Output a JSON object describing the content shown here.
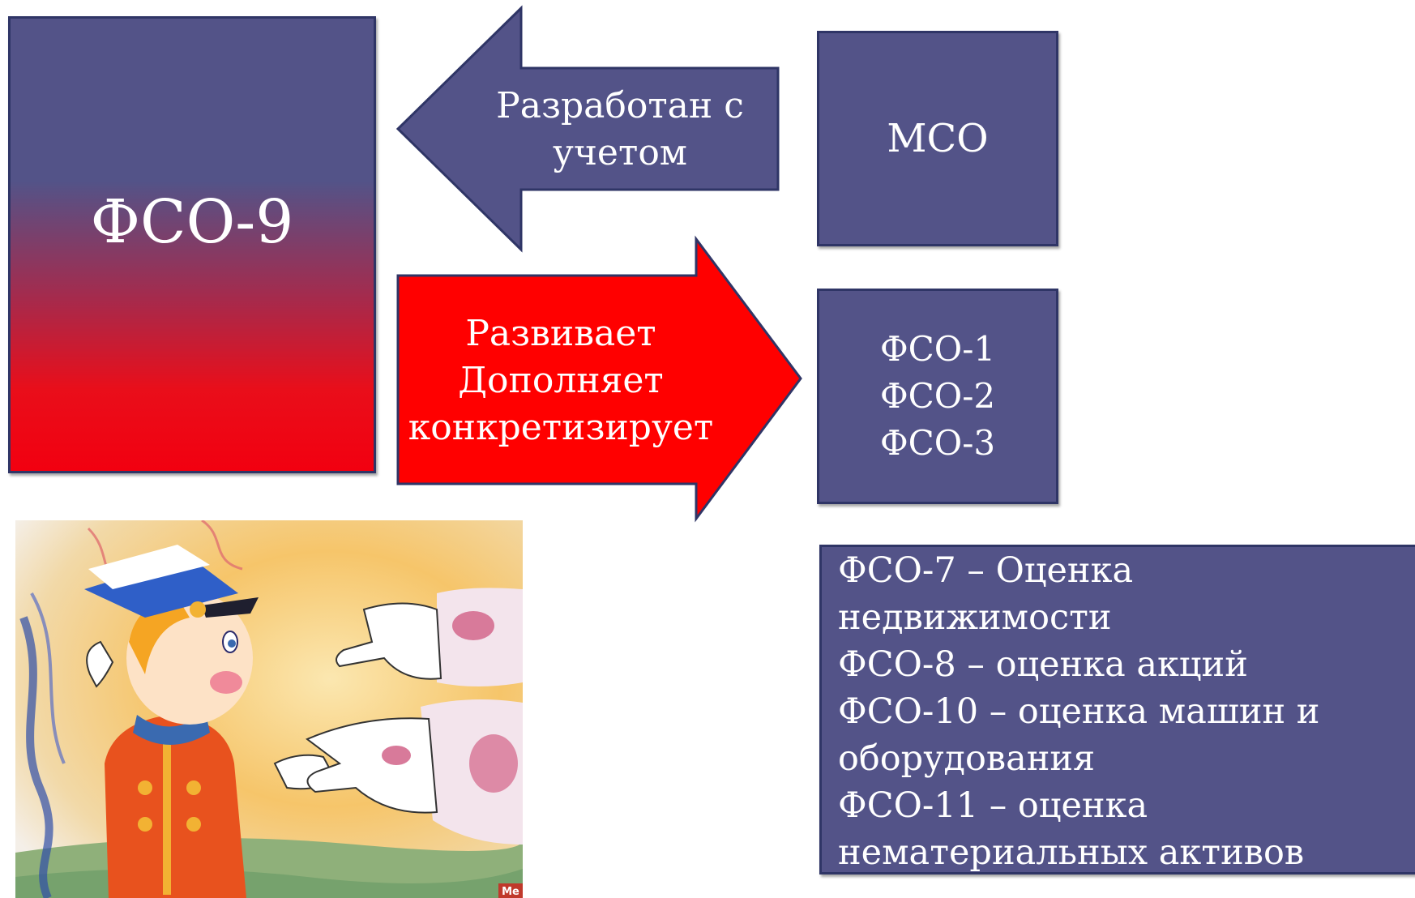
{
  "left_box": {
    "label": "ФСО-9"
  },
  "top_right_box": {
    "label": "МСО"
  },
  "left_arrow": {
    "lines": [
      "Разработан с",
      "учетом"
    ]
  },
  "right_arrow": {
    "lines": [
      "Развивает",
      "Дополняет",
      "конкретизирует"
    ]
  },
  "middle_right_box": {
    "lines": [
      "ФСО-1",
      "ФСО-2",
      "ФСО-3"
    ]
  },
  "standards_list": {
    "lines": [
      "ФСО-7 – Оценка",
      "недвижимости",
      "ФСО-8 – оценка акций",
      "ФСО-10 – оценка машин и",
      "оборудования",
      "ФСО-11 – оценка",
      "нематериальных активов"
    ]
  },
  "illustration": {
    "watermark": "Me"
  },
  "colors": {
    "box_fill": "#535388",
    "box_border": "#2f3566",
    "red_arrow_fill": "#ff0000",
    "gradient_bottom": "#f20010"
  }
}
